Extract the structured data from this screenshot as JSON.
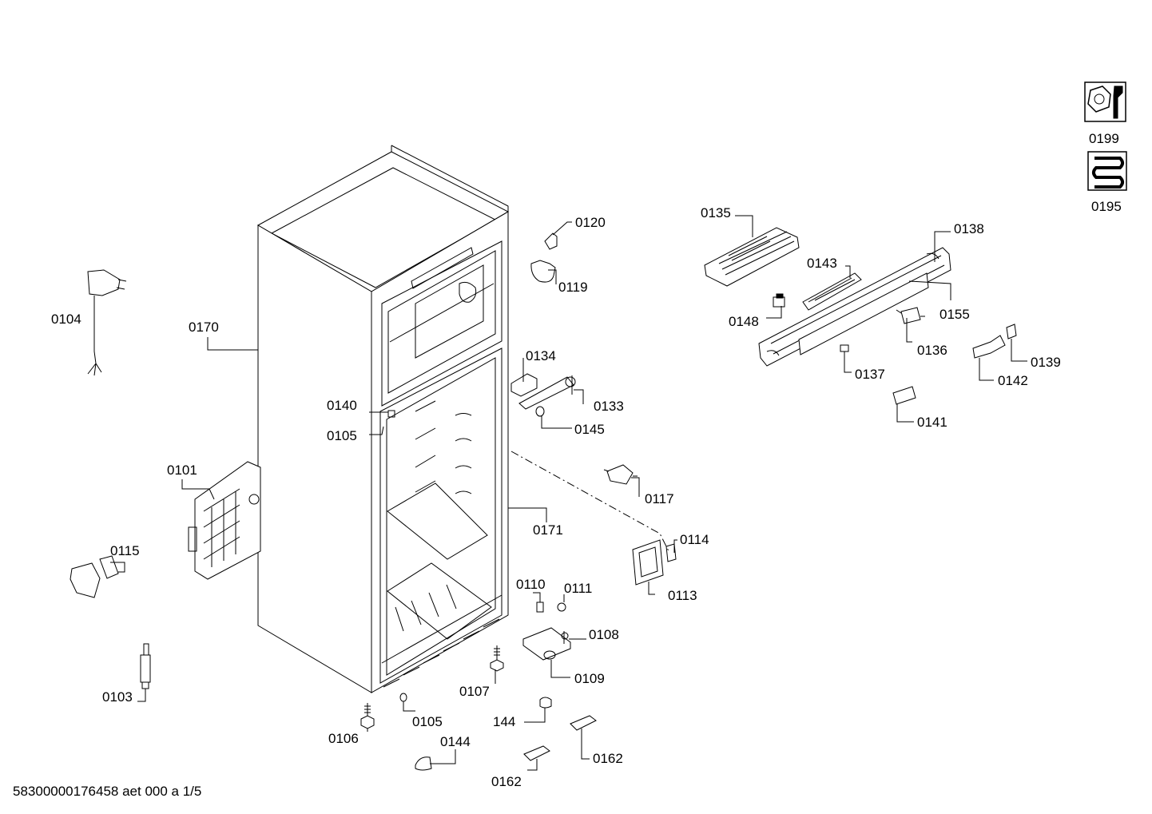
{
  "labels": {
    "p0199": "0199",
    "p0195": "0195",
    "p0120": "0120",
    "p0119": "0119",
    "p0135": "0135",
    "p0138": "0138",
    "p0143": "0143",
    "p0148": "0148",
    "p0155": "0155",
    "p0136": "0136",
    "p0139": "0139",
    "p0137": "0137",
    "p0142": "0142",
    "p0141": "0141",
    "p0104": "0104",
    "p0170": "0170",
    "p0134": "0134",
    "p0133": "0133",
    "p0140": "0140",
    "p0105a": "0105",
    "p0145": "0145",
    "p0101": "0101",
    "p0117": "0117",
    "p0171": "0171",
    "p0114": "0114",
    "p0115": "0115",
    "p0113": "0113",
    "p0110": "0110",
    "p0111": "0111",
    "p0108": "0108",
    "p0109": "0109",
    "p0107": "0107",
    "p0103": "0103",
    "p0106": "0106",
    "p0105b": "0105",
    "p144": "144",
    "p0144": "0144",
    "p0162a": "0162",
    "p0162b": "0162"
  },
  "footer": {
    "document_code": "58300000176458 aet 000 a 1/5"
  },
  "icons": {
    "service_icon": "nut-wrench-icon",
    "heater_icon": "heating-coil-icon"
  },
  "colors": {
    "line": "#000000",
    "background": "#ffffff"
  }
}
